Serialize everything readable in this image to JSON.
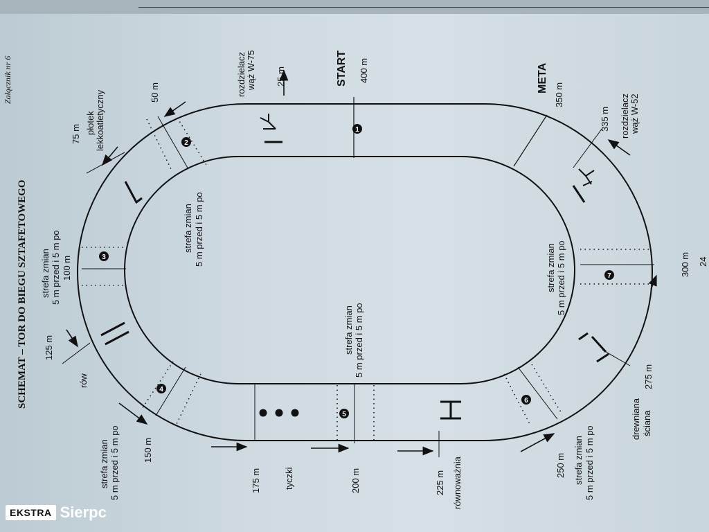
{
  "title": "SCHEMAT – TOR DO BIEGU SZTAFETOWEGO",
  "annex": "Załącznik nr 6",
  "page_number": "24",
  "labels": {
    "start": "START",
    "meta": "META",
    "d400": "400 m",
    "d25": "25 m",
    "d50": "50 m",
    "d75": "75 m",
    "d100": "100 m",
    "d125": "125 m",
    "d150": "150 m",
    "d175": "175 m",
    "d200": "200 m",
    "d225": "225 m",
    "d250": "250 m",
    "d275": "275 m",
    "d300": "300 m",
    "d335": "335 m",
    "d350": "350 m",
    "rozdzielacz": "rozdzielacz",
    "waz75": "wąż W-75",
    "waz52": "wąż W-52",
    "plotek1": "płotek",
    "plotek2": "lekkoatletyczny",
    "row": "rów",
    "tyczki": "tyczki",
    "rownowaznia": "równoważnia",
    "drewniana": "drewniana",
    "sciana": "ściana",
    "strefa": "strefa zmian",
    "strefa_detail": "5 m przed i 5 m po"
  },
  "zones": [
    "1",
    "2",
    "3",
    "4",
    "5",
    "6",
    "7"
  ],
  "watermark": {
    "brand": "EKSTRA",
    "city": "Sierpc"
  }
}
